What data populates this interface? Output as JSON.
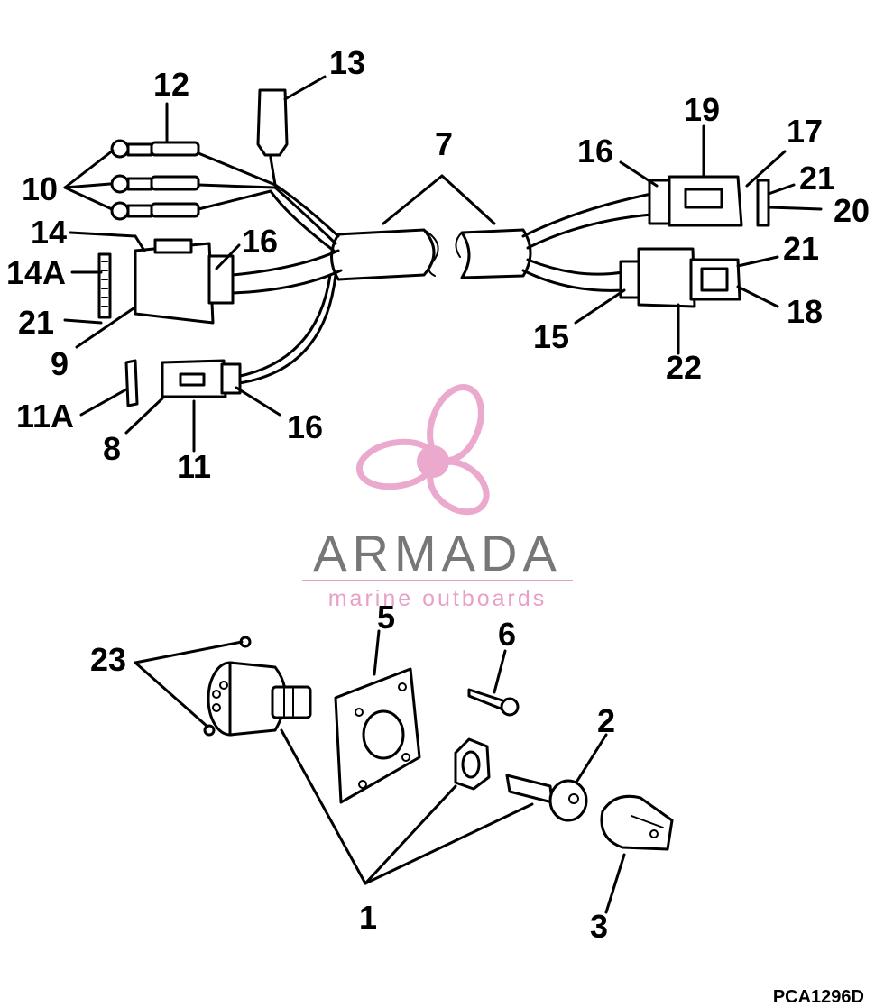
{
  "diagram": {
    "part_labels": [
      "1",
      "2",
      "3",
      "5",
      "6",
      "7",
      "8",
      "9",
      "10",
      "11",
      "11A",
      "12",
      "13",
      "14",
      "14A",
      "15",
      "16",
      "16",
      "16",
      "17",
      "18",
      "19",
      "20",
      "21",
      "21",
      "21",
      "22",
      "23"
    ],
    "drawing_code": "PCA1296D"
  },
  "watermark": {
    "brand": "ARMADA",
    "tagline": "marine outboards",
    "color": "#e8a0c8",
    "text_color": "#777777"
  }
}
